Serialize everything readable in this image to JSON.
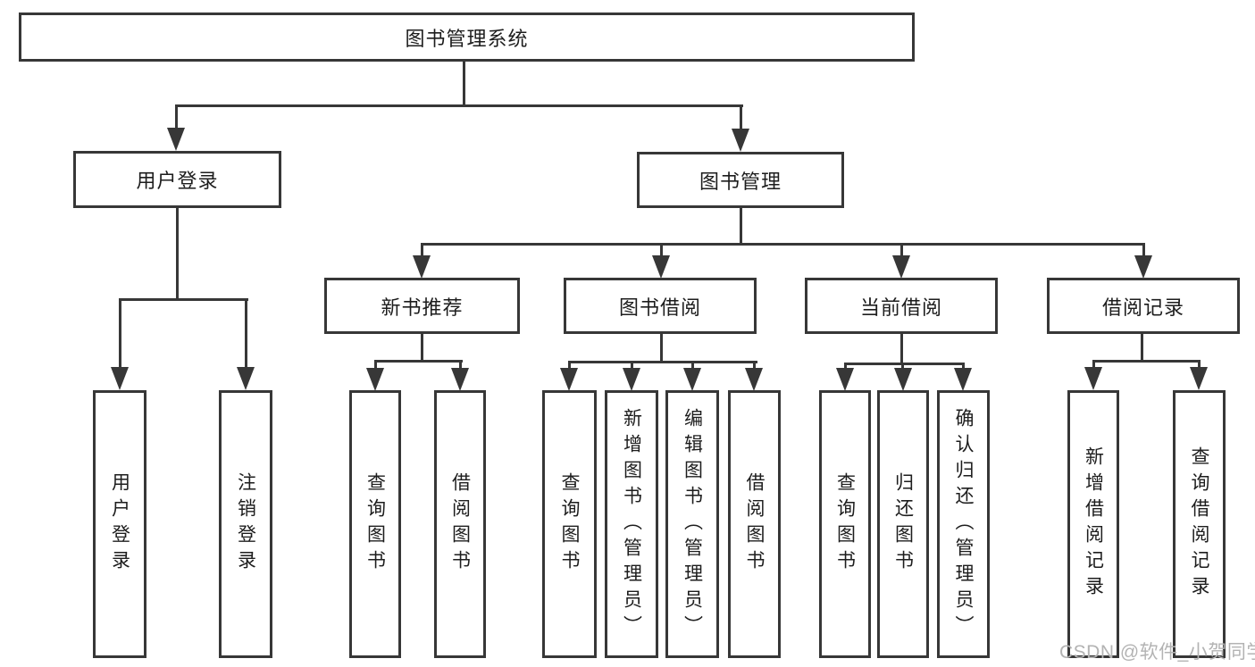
{
  "root": {
    "label": "图书管理系统"
  },
  "level2": [
    {
      "label": "用户登录"
    },
    {
      "label": "图书管理"
    }
  ],
  "level3": [
    {
      "label": "新书推荐"
    },
    {
      "label": "图书借阅"
    },
    {
      "label": "当前借阅"
    },
    {
      "label": "借阅记录"
    }
  ],
  "leaves": [
    {
      "label": "用户登录"
    },
    {
      "label": "注销登录"
    },
    {
      "label": "查询图书"
    },
    {
      "label": "借阅图书"
    },
    {
      "label": "查询图书"
    },
    {
      "label": "新增图书（管理员）"
    },
    {
      "label": "编辑图书（管理员）"
    },
    {
      "label": "借阅图书"
    },
    {
      "label": "查询图书"
    },
    {
      "label": "归还图书"
    },
    {
      "label": "确认归还（管理员）"
    },
    {
      "label": "新增借阅记录"
    },
    {
      "label": "查询借阅记录"
    }
  ],
  "watermark": {
    "text": "CSDN @软件_小贺同学"
  },
  "colors": {
    "line": "#373737",
    "text": "#1d1d1d",
    "watermark": "#b3b3b3",
    "background": "#ffffff"
  }
}
